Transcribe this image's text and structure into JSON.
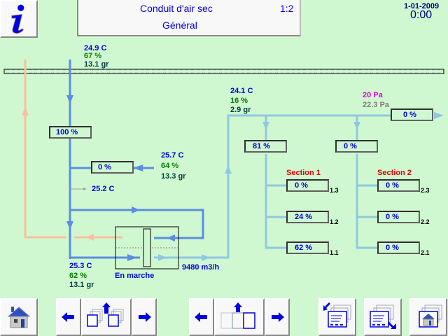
{
  "header": {
    "title": "Conduit d'air sec",
    "page": "1:2",
    "subtitle": "Général",
    "date": "1-01-2009",
    "time": "0:00"
  },
  "outside_air": {
    "temp": "24.9 C",
    "humidity": "67 %",
    "grams": "13.1 gr"
  },
  "main_damper": "100 %",
  "recirc": {
    "damper": "0 %",
    "temp": "25.7 C",
    "humidity": "64 %",
    "grams": "13.3 gr"
  },
  "mixed_temp": "25.2 C",
  "after_unit": {
    "temp": "25.3 C",
    "humidity": "62 %",
    "grams": "13.1 gr"
  },
  "unit": {
    "status": "En marche",
    "flow": "9480 m3/h"
  },
  "supply": {
    "temp": "24.1 C",
    "humidity": "16 %",
    "grams": "2.9 gr"
  },
  "pressure": {
    "setpoint": "20 Pa",
    "actual": "22.3 Pa"
  },
  "outlet_damper": "0 %",
  "branch_dampers": [
    "81 %",
    "0 %"
  ],
  "sections": [
    {
      "label": "Section 1",
      "dampers": [
        {
          "value": "0 %",
          "id": "1.3"
        },
        {
          "value": "24 %",
          "id": "1.2"
        },
        {
          "value": "62 %",
          "id": "1.1"
        }
      ]
    },
    {
      "label": "Section 2",
      "dampers": [
        {
          "value": "0 %",
          "id": "2.3"
        },
        {
          "value": "0 %",
          "id": "2.2"
        },
        {
          "value": "0 %",
          "id": "2.1"
        }
      ]
    }
  ],
  "colors": {
    "background": "#d0f8d0",
    "dry_air": "#5a8ee0",
    "supply_air": "#90c8e0",
    "warm_air": "#f8c0a0",
    "text_blue": "#0000e0",
    "text_green": "#008000"
  },
  "toolbar": {
    "icons": [
      "home-icon",
      "arrow-left-icon",
      "page-group-up-icon",
      "arrow-right-icon",
      "arrow-left-icon",
      "page-up-icon",
      "arrow-right-icon",
      "page-back-icon",
      "page-forward-icon",
      "page-home-icon"
    ]
  }
}
